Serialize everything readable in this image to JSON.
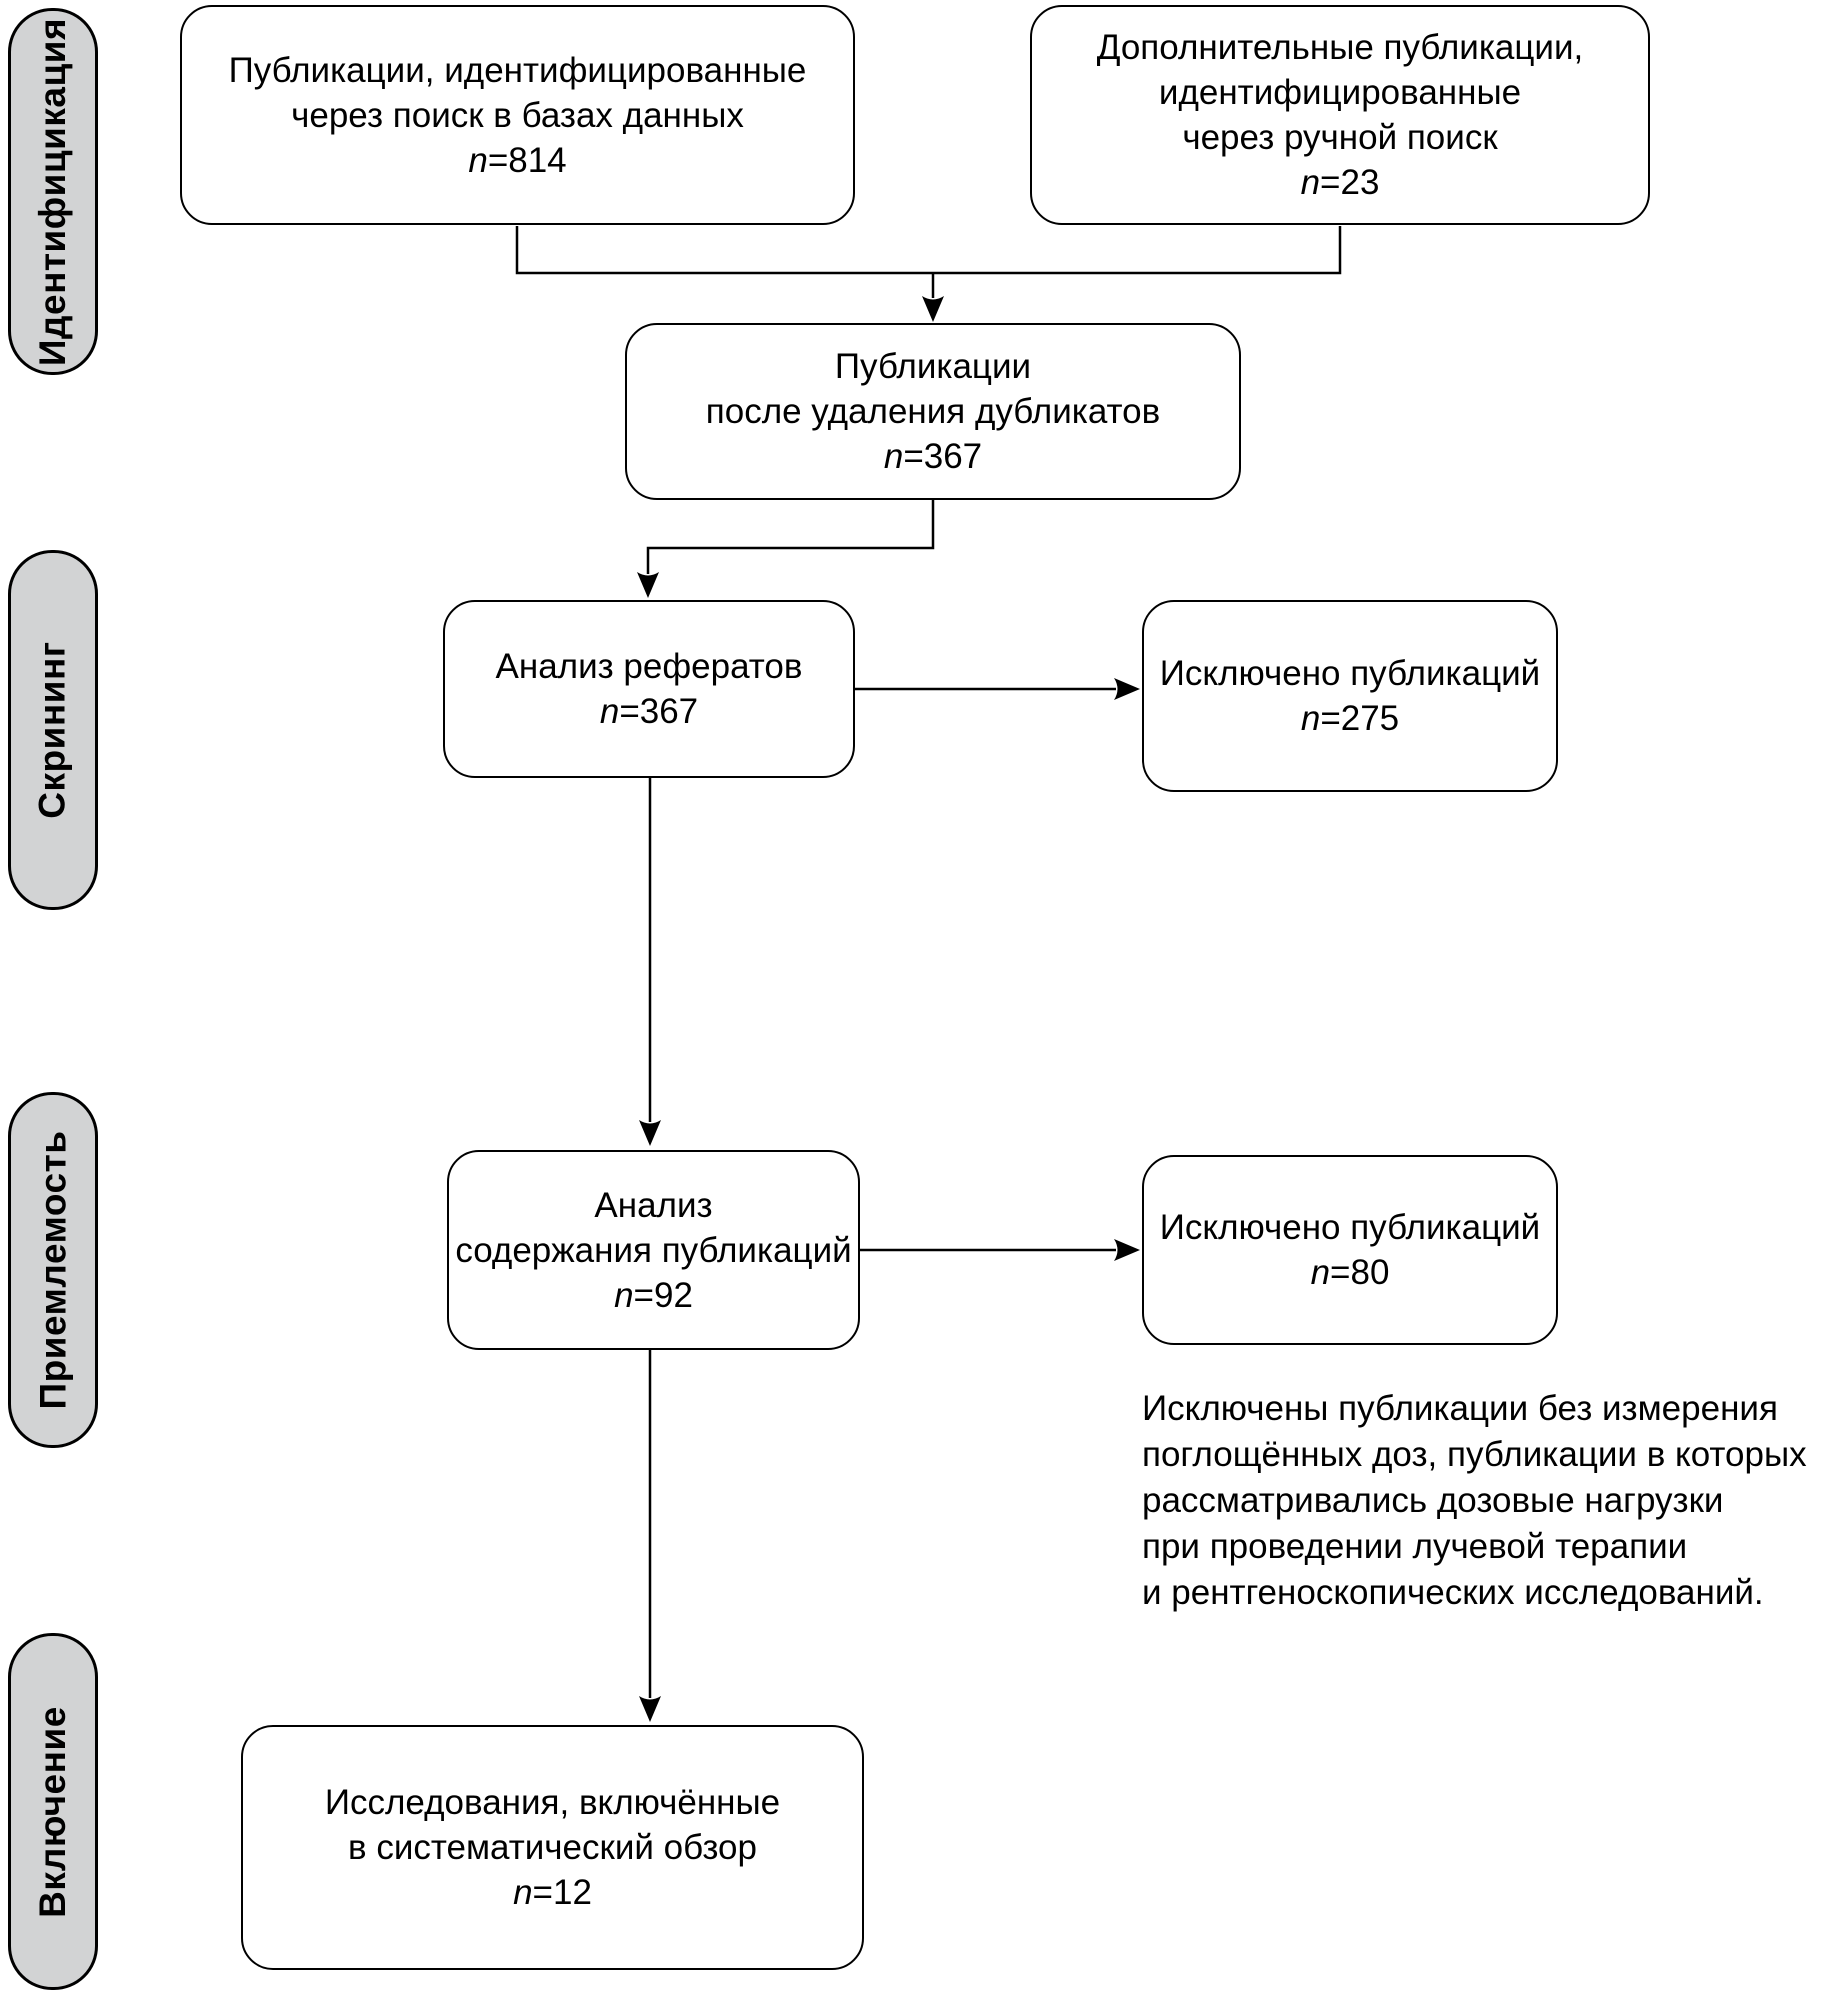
{
  "stages": [
    {
      "label": "Идентифицикация"
    },
    {
      "label": "Скрининг"
    },
    {
      "label": "Приемлемость"
    },
    {
      "label": "Включение"
    }
  ],
  "boxes": {
    "db_search": {
      "lines": [
        "Публикации, идентифицированные",
        "через поиск в базах данных"
      ],
      "n_prefix": "n",
      "n_value": "=814"
    },
    "manual_search": {
      "lines": [
        "Дополнительные публикации,",
        "идентифицированные",
        "через ручной поиск"
      ],
      "n_prefix": "n",
      "n_value": "=23"
    },
    "after_dedup": {
      "lines": [
        "Публикации",
        "после удаления дубликатов"
      ],
      "n_prefix": "n",
      "n_value": "=367"
    },
    "abstract_review": {
      "lines": [
        "Анализ рефератов"
      ],
      "n_prefix": "n",
      "n_value": "=367"
    },
    "excluded_abstracts": {
      "lines": [
        "Исключено публикаций"
      ],
      "n_prefix": "n",
      "n_value": "=275"
    },
    "fulltext_review": {
      "lines": [
        "Анализ",
        "содержания публикаций"
      ],
      "n_prefix": "n",
      "n_value": "=92"
    },
    "excluded_fulltext": {
      "lines": [
        "Исключено публикаций"
      ],
      "n_prefix": "n",
      "n_value": "=80"
    },
    "included": {
      "lines": [
        "Исследования, включённые",
        "в систематический обзор"
      ],
      "n_prefix": "n",
      "n_value": "=12"
    }
  },
  "note": {
    "lines": [
      "Исключены публикации без измерения",
      "поглощённых доз, публикации в которых",
      "рассматривались дозовые нагрузки",
      "при проведении лучевой терапии",
      "и рентгеноскопических исследований."
    ]
  },
  "colors": {
    "page_bg": "#ffffff",
    "box_fill": "#ffffff",
    "stage_fill": "#d2d3d4",
    "ink": "#000000"
  }
}
